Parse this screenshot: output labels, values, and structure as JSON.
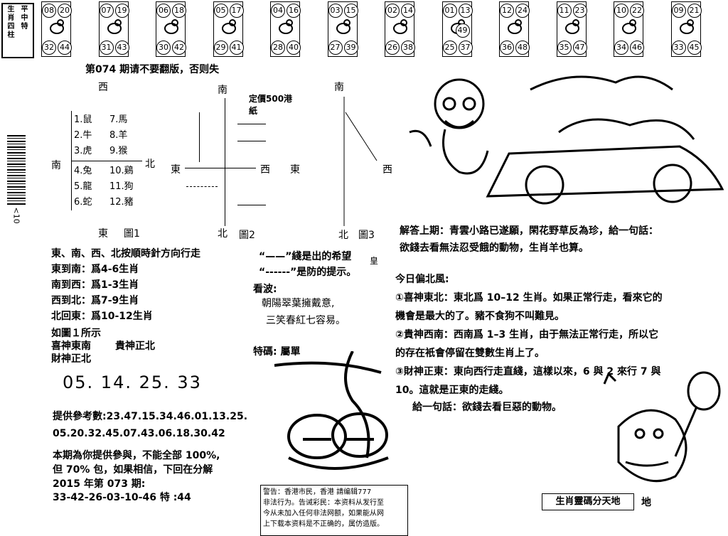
{
  "strip": {
    "logo": [
      "生",
      "肖",
      "四",
      "柱",
      "平",
      "中",
      "特"
    ],
    "cells": [
      {
        "n": [
          "08",
          "20",
          "32",
          "44"
        ],
        "animal": "rat-icon"
      },
      {
        "n": [
          "07",
          "19",
          "31",
          "43"
        ],
        "animal": "ox-icon"
      },
      {
        "n": [
          "06",
          "18",
          "30",
          "42"
        ],
        "animal": "tiger-icon"
      },
      {
        "n": [
          "05",
          "17",
          "29",
          "41"
        ],
        "animal": "rabbit-icon"
      },
      {
        "n": [
          "04",
          "16",
          "28",
          "40"
        ],
        "animal": "dragon-icon"
      },
      {
        "n": [
          "03",
          "15",
          "27",
          "39"
        ],
        "animal": "snake-icon"
      },
      {
        "n": [
          "02",
          "14",
          "26",
          "38"
        ],
        "animal": "horse-icon"
      },
      {
        "n": [
          "01",
          "13",
          "25",
          "37"
        ],
        "animal": "goat-icon",
        "extra": "49"
      },
      {
        "n": [
          "12",
          "24",
          "36",
          "48"
        ],
        "animal": "monkey-icon"
      },
      {
        "n": [
          "11",
          "23",
          "35",
          "47"
        ],
        "animal": "rooster-icon"
      },
      {
        "n": [
          "10",
          "22",
          "34",
          "46"
        ],
        "animal": "dog-icon"
      },
      {
        "n": [
          "09",
          "21",
          "33",
          "45"
        ],
        "animal": "pig-icon"
      }
    ]
  },
  "header_line": "第074 期请不要翻版，否则失",
  "barcode_text": "<10",
  "diagram1": {
    "west": "西",
    "south": "南",
    "north": "北",
    "east": "東",
    "caption": "圖1",
    "left_col": [
      "1.鼠",
      "2.牛",
      "3.虎",
      "4.兔",
      "5.龍",
      "6.蛇"
    ],
    "right_col": [
      "7.馬",
      "8.羊",
      "9.猴",
      "10.鷄",
      "11.狗",
      "12.豬"
    ]
  },
  "diagram2": {
    "south": "南",
    "east": "東",
    "west": "西",
    "north": "北",
    "caption": "圖2",
    "price": "定價500港紙"
  },
  "diagram3": {
    "south": "南",
    "east": "東",
    "west": "西",
    "north": "北",
    "caption": "圖3"
  },
  "rules": [
    "東、南、西、北按順時針方向行走",
    "東到南：爲4-6生肖",
    "南到西：爲1-3生肖",
    "西到北：爲7-9生肖",
    "北回東：爲10-12生肖"
  ],
  "fig1_note": [
    "如圖１所示",
    "喜神東南",
    "貴神正北",
    "財神正北"
  ],
  "big_numbers": "05. 14. 25. 33",
  "legend": [
    "“——”綫是出的希望",
    "“------”是防的提示。"
  ],
  "legend_tail": "皇",
  "kanbo_label": "看波:",
  "poem": [
    "朝陽翠葉擁戴意,",
    "三笑春紅七容易。"
  ],
  "special": "特碼:  屬單",
  "ref_label": "提供參考數:",
  "ref_line1": "23.47.15.34.46.01.13.25.",
  "ref_line2": "05.20.32.45.07.43.06.18.30.42",
  "promise": [
    "本期為你提供參與，不能全部 100%,",
    "但 70% 包，如果相信，下回在分解",
    "2015 年第 073 期:",
    "33-42-26-03-10-46 特 :44"
  ],
  "answer": [
    "解答上期：青雲小路已遂願，閑花野草反為珍，給一句話：",
    "欲錢去看無法忍受餓的動物，生肖羊也算。"
  ],
  "today_title": "今日偏北風:",
  "today": [
    "①喜神東北：東北爲 10–12 生肖。如果正常行走，看來它的",
    "機會是最大的了。豬不食狗不叫難見。",
    "②貴神西南：西南爲 1–3 生肖，由于無法正常行走，所以它",
    "的存在衹會停留在雙數生肖上了。",
    "③財神正東：東向西行走直綫，這樣以來，6 與 2 來行 7 與",
    "10。這就是正東的走綫。",
    "給一句話：欲錢去看巨惡的動物。"
  ],
  "warning": [
    "警告：香港市民，香港 請编辑777",
    "非法行为。告诫彩民：本资料从发行至",
    "今从未加入任何非法网额，如果能从网",
    "上下载本资料是不正确的，属仿造版。"
  ],
  "footer_box": "生肖靈碼分天地",
  "footer_tail": "地"
}
